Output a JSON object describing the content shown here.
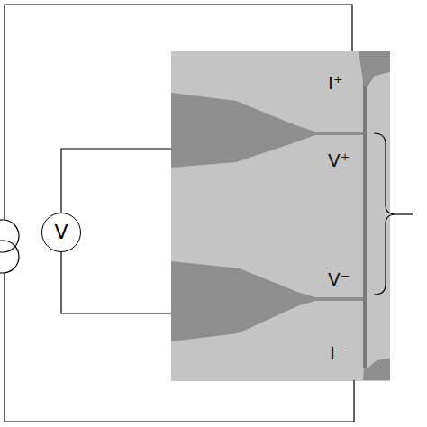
{
  "diagram": {
    "nodes": [
      {
        "text": [
          "V"
        ]
      }
    ],
    "labels": [
      "I⁺",
      "V⁺",
      "V⁻",
      "I⁻"
    ]
  }
}
